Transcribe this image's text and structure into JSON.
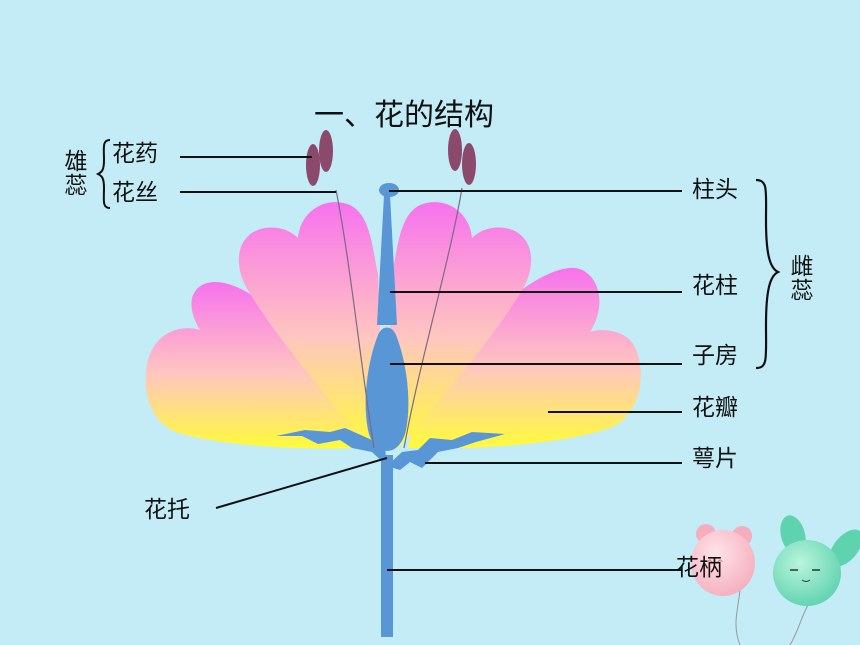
{
  "title": "一、花的结构",
  "labels": {
    "anther": "花药",
    "filament": "花丝",
    "stamen": "雄蕊",
    "stigma": "柱头",
    "style": "花柱",
    "ovary": "子房",
    "pistil": "雌蕊",
    "petal": "花瓣",
    "sepal": "萼片",
    "receptacle": "花托",
    "pedicel": "花柄"
  },
  "colors": {
    "background": "#c3ecf7",
    "petal_top": "#f772ee",
    "petal_bottom": "#fffb3a",
    "stem": "#5896d6",
    "anther": "#8b4a6c"
  }
}
